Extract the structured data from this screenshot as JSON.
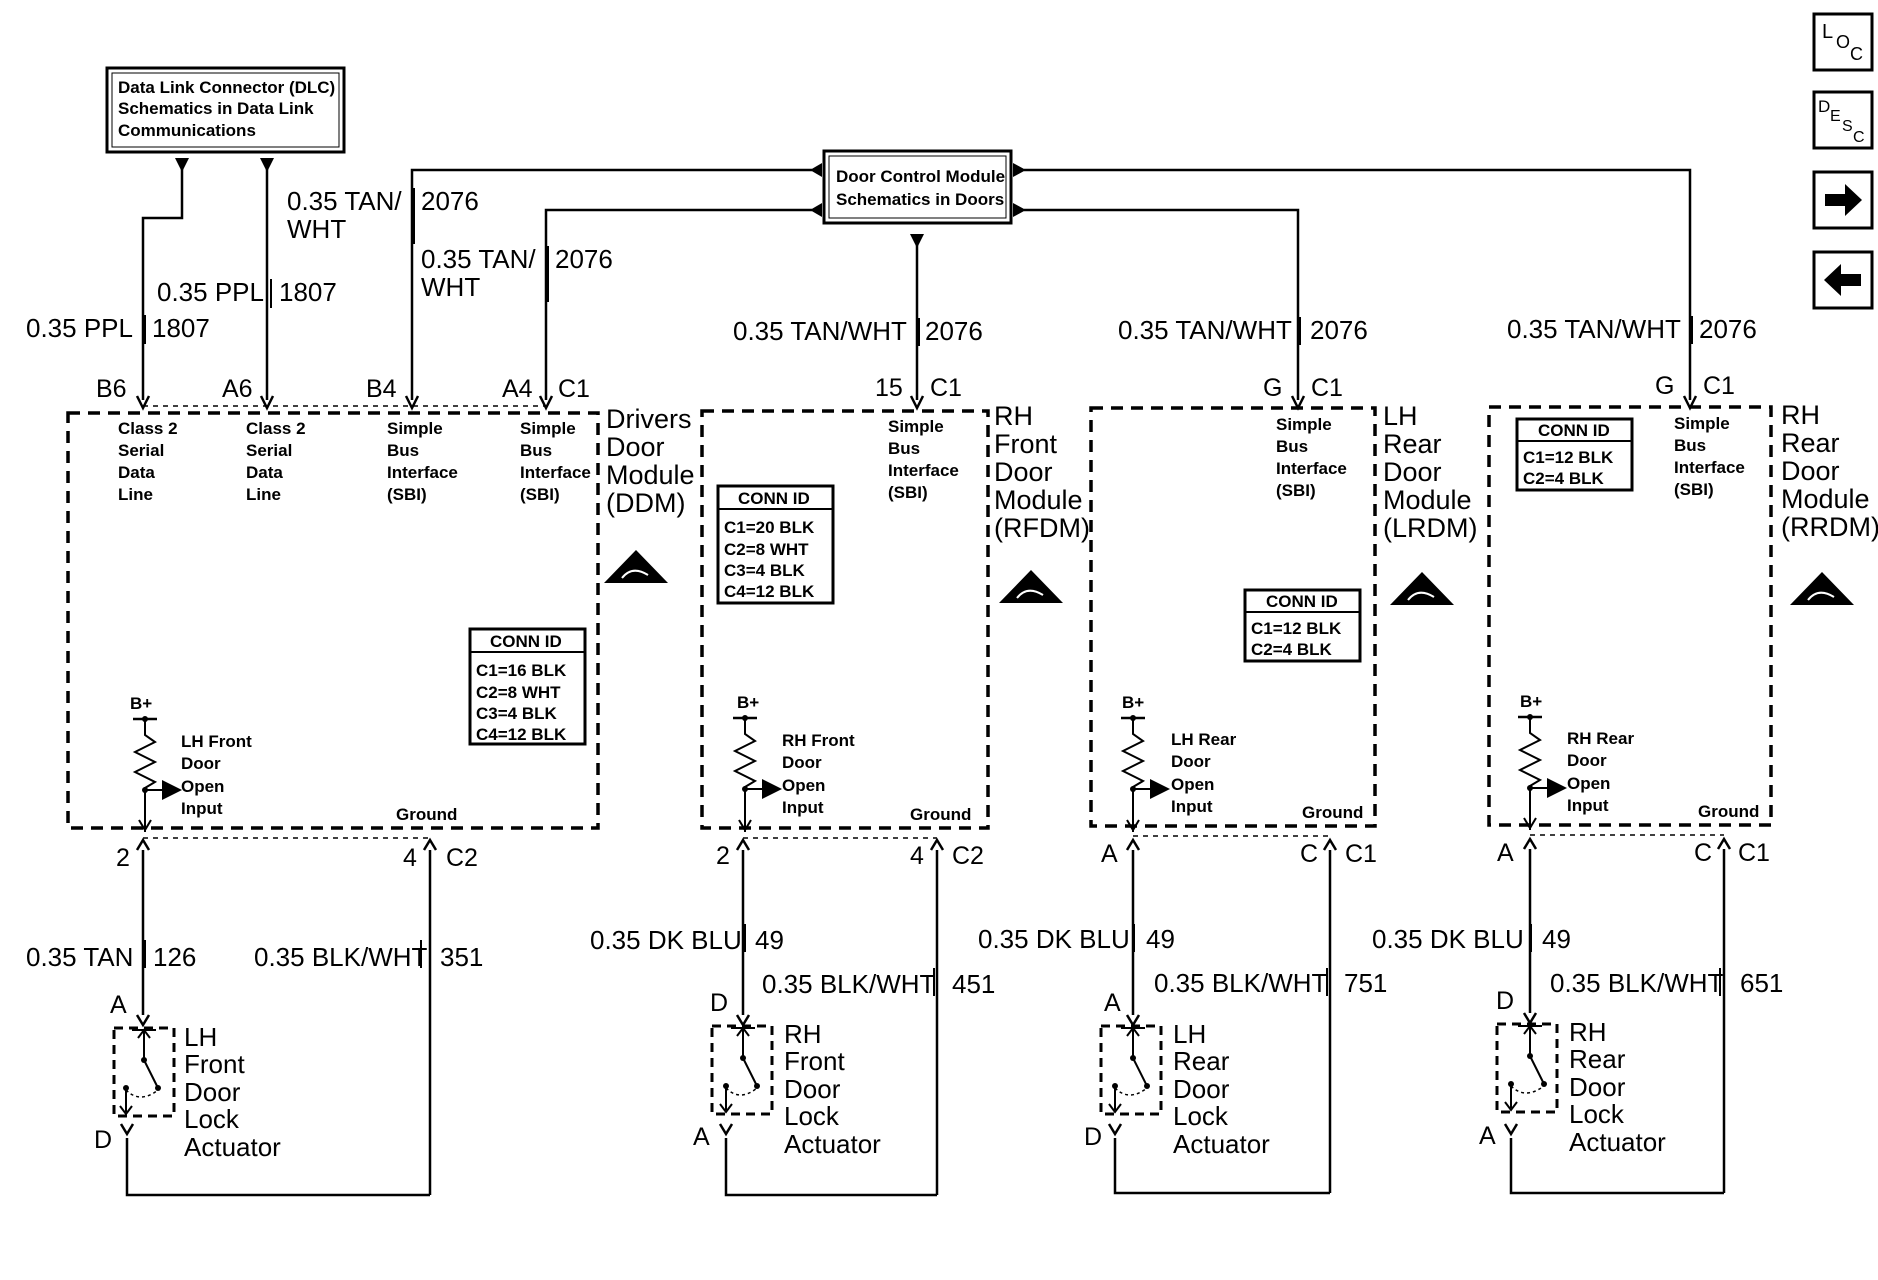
{
  "dlc_box": [
    "Data Link Connector (DLC)",
    "Schematics in Data Link",
    "Communications"
  ],
  "dcm_box": [
    "Door Control Module",
    "Schematics in Doors"
  ],
  "nav": {
    "loc": [
      "L",
      "O",
      "C"
    ],
    "desc": [
      "D",
      "E",
      "S",
      "C"
    ],
    "next_arrow": "→",
    "prev_arrow": "←"
  },
  "wires_top": {
    "ppl_outer": [
      "0.35 PPL",
      "1807"
    ],
    "ppl_inner": [
      "0.35 PPL",
      "1807"
    ],
    "tan_wht_b4": [
      "0.35 TAN/",
      "WHT",
      "2076"
    ],
    "tan_wht_a4": [
      "0.35 TAN/",
      "WHT",
      "2076"
    ],
    "rfdm": [
      "0.35 TAN/WHT",
      "2076"
    ],
    "lrdm": [
      "0.35 TAN/WHT",
      "2076"
    ],
    "rrdm": [
      "0.35 TAN/WHT",
      "2076"
    ]
  },
  "ddm": {
    "pins_top": [
      "B6",
      "A6",
      "B4",
      "A4",
      "C1"
    ],
    "labels": [
      [
        "Class 2",
        "Serial",
        "Data",
        "Line"
      ],
      [
        "Class 2",
        "Serial",
        "Data",
        "Line"
      ],
      [
        "Simple",
        "Bus",
        "Interface",
        "(SBI)"
      ],
      [
        "Simple",
        "Bus",
        "Interface",
        "(SBI)"
      ]
    ],
    "name": [
      "Drivers",
      "Door",
      "Module",
      "(DDM)"
    ],
    "conn_id": {
      "header": "CONN ID",
      "rows": [
        "C1=16 BLK",
        "C2=8 WHT",
        "C3=4 BLK",
        "C4=12 BLK"
      ]
    },
    "bplus": "B+",
    "input": [
      "LH Front",
      "Door",
      "Open",
      "Input"
    ],
    "ground": "Ground",
    "pins_bottom": [
      "2",
      "4",
      "C2"
    ],
    "wire_left": [
      "0.35 TAN",
      "126"
    ],
    "wire_right": [
      "0.35 BLK/WHT",
      "351"
    ],
    "act_pins": [
      "A",
      "D"
    ],
    "actuator": [
      "LH",
      "Front",
      "Door",
      "Lock",
      "Actuator"
    ]
  },
  "rfdm": {
    "pins_top": [
      "15",
      "C1"
    ],
    "label": [
      "Simple",
      "Bus",
      "Interface",
      "(SBI)"
    ],
    "name": [
      "RH",
      "Front",
      "Door",
      "Module",
      "(RFDM)"
    ],
    "conn_id": {
      "header": "CONN ID",
      "rows": [
        "C1=20 BLK",
        "C2=8 WHT",
        "C3=4 BLK",
        "C4=12 BLK"
      ]
    },
    "bplus": "B+",
    "input": [
      "RH Front",
      "Door",
      "Open",
      "Input"
    ],
    "ground": "Ground",
    "pins_bottom": [
      "2",
      "4",
      "C2"
    ],
    "wire_left": [
      "0.35 DK BLU",
      "49"
    ],
    "wire_right": [
      "0.35 BLK/WHT",
      "451"
    ],
    "act_pins": [
      "D",
      "A"
    ],
    "actuator": [
      "RH",
      "Front",
      "Door",
      "Lock",
      "Actuator"
    ]
  },
  "lrdm": {
    "pins_top": [
      "G",
      "C1"
    ],
    "label": [
      "Simple",
      "Bus",
      "Interface",
      "(SBI)"
    ],
    "name": [
      "LH",
      "Rear",
      "Door",
      "Module",
      "(LRDM)"
    ],
    "conn_id": {
      "header": "CONN ID",
      "rows": [
        "C1=12 BLK",
        "C2=4 BLK"
      ]
    },
    "bplus": "B+",
    "input": [
      "LH Rear",
      "Door",
      "Open",
      "Input"
    ],
    "ground": "Ground",
    "pins_bottom": [
      "A",
      "C",
      "C1"
    ],
    "wire_left": [
      "0.35 DK BLU",
      "49"
    ],
    "wire_right": [
      "0.35 BLK/WHT",
      "751"
    ],
    "act_pins": [
      "A",
      "D"
    ],
    "actuator": [
      "LH",
      "Rear",
      "Door",
      "Lock",
      "Actuator"
    ]
  },
  "rrdm": {
    "pins_top": [
      "G",
      "C1"
    ],
    "label": [
      "Simple",
      "Bus",
      "Interface",
      "(SBI)"
    ],
    "name": [
      "RH",
      "Rear",
      "Door",
      "Module",
      "(RRDM)"
    ],
    "conn_id": {
      "header": "CONN ID",
      "rows": [
        "C1=12 BLK",
        "C2=4 BLK"
      ]
    },
    "bplus": "B+",
    "input": [
      "RH Rear",
      "Door",
      "Open",
      "Input"
    ],
    "ground": "Ground",
    "pins_bottom": [
      "A",
      "C",
      "C1"
    ],
    "wire_left": [
      "0.35 DK BLU",
      "49"
    ],
    "wire_right": [
      "0.35 BLK/WHT",
      "651"
    ],
    "act_pins": [
      "D",
      "A"
    ],
    "actuator": [
      "RH",
      "Rear",
      "Door",
      "Lock",
      "Actuator"
    ]
  }
}
